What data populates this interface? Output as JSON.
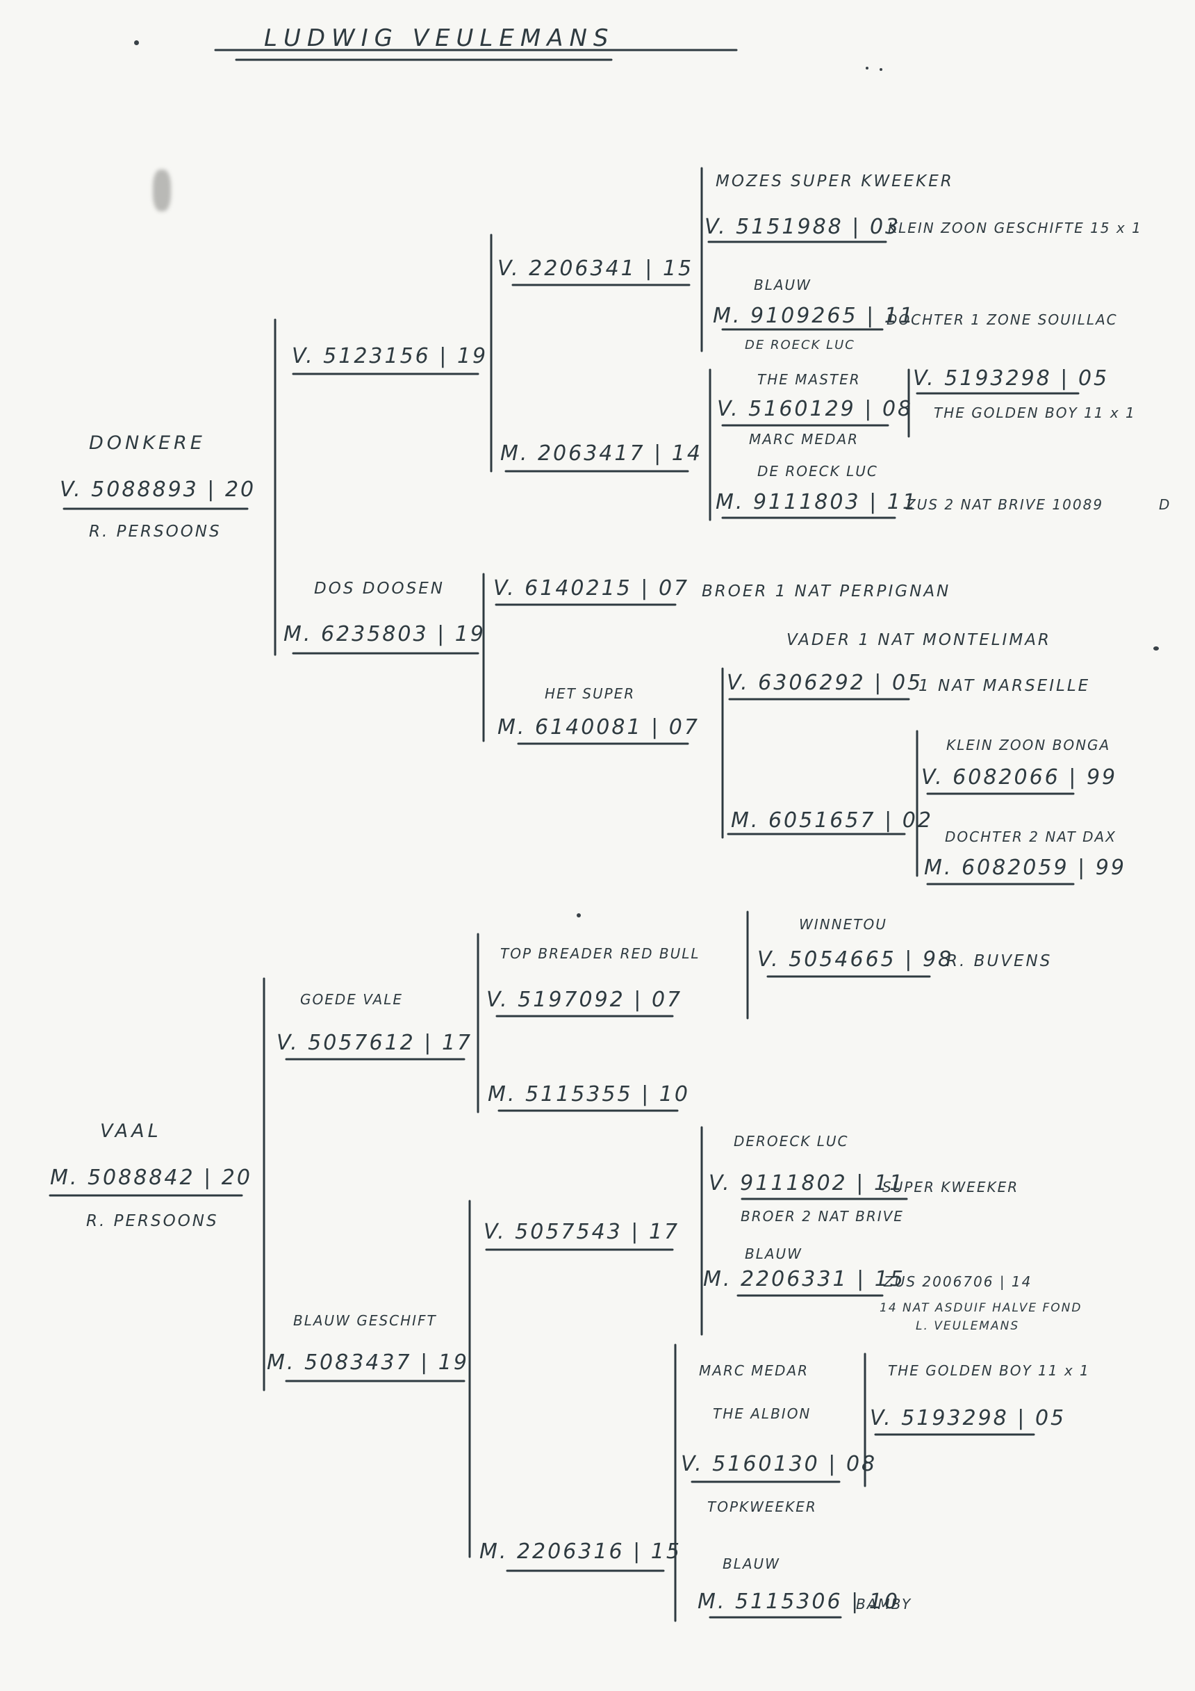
{
  "title": "LUDWIG VEULEMANS",
  "upper": {
    "subject": {
      "name": "DONKERE",
      "ring": "V. 5088893 | 20",
      "owner": "R. PERSOONS"
    },
    "father": {
      "ring": "V. 5123156 | 19"
    },
    "mother": {
      "name": "DOS DOOSEN",
      "ring": "M. 6235803 | 19"
    },
    "ff": {
      "ring": "V. 2206341 | 15"
    },
    "fm": {
      "ring": "M. 2063417 | 14"
    },
    "fff": {
      "name": "MOZES SUPER KWEEKER",
      "ring": "V. 5151988 | 03",
      "note": "KLEIN ZOON GESCHIFTE 15 x 1"
    },
    "ffm": {
      "color": "BLAUW",
      "ring": "M. 9109265 | 11",
      "note": "DOCHTER 1 ZONE SOUILLAC",
      "breeder": "DE ROECK LUC"
    },
    "fmf": {
      "name": "THE MASTER",
      "ring": "V. 5160129 | 08",
      "breeder": "MARC MEDAR"
    },
    "fmff": {
      "ring": "V. 5193298 | 05",
      "name": "THE GOLDEN BOY 11 x 1"
    },
    "fmm": {
      "breeder": "DE ROECK LUC",
      "ring": "M. 9111803 | 11",
      "note": "ZUS 2 NAT BRIVE 10089",
      "mark": "D"
    },
    "mf": {
      "ring": "V. 6140215 | 07",
      "note": "BROER 1 NAT PERPIGNAN"
    },
    "mm": {
      "name": "HET SUPER",
      "ring": "M. 6140081 | 07"
    },
    "mmf": {
      "note1": "VADER 1 NAT MONTELIMAR",
      "ring": "V. 6306292 | 05",
      "note2": "1 NAT MARSEILLE"
    },
    "mmm": {
      "ring": "M. 6051657 | 02"
    },
    "mmmf": {
      "name": "KLEIN ZOON BONGA",
      "ring": "V. 6082066 | 99"
    },
    "mmmm": {
      "name": "DOCHTER 2 NAT DAX",
      "ring": "M. 6082059 | 99"
    }
  },
  "lower": {
    "subject": {
      "name": "VAAL",
      "ring": "M. 5088842 | 20",
      "owner": "R. PERSOONS"
    },
    "father": {
      "name": "GOEDE VALE",
      "ring": "V. 5057612 | 17"
    },
    "mother": {
      "name": "BLAUW GESCHIFT",
      "ring": "M. 5083437 | 19"
    },
    "ff": {
      "name": "TOP BREADER RED BULL",
      "ring": "V. 5197092 | 07"
    },
    "fff": {
      "name": "WINNETOU",
      "ring": "V. 5054665 | 98",
      "owner": "R. BUVENS"
    },
    "fm": {
      "ring": "M. 5115355 | 10"
    },
    "mf": {
      "ring": "V. 5057543 | 17"
    },
    "mff": {
      "breeder": "DEROECK LUC",
      "ring": "V. 9111802 | 11",
      "note1": "SUPER KWEEKER",
      "note2": "BROER 2 NAT BRIVE"
    },
    "mfm": {
      "color": "BLAUW",
      "ring": "M. 2206331 | 15",
      "note1": "ZUS 2006706 | 14",
      "note2": "14 NAT ASDUIF HALVE FOND",
      "note3": "L. VEULEMANS"
    },
    "mm": {
      "ring": "M. 2206316 | 15"
    },
    "mmf": {
      "breeder": "MARC MEDAR",
      "name": "THE ALBION",
      "ring": "V. 5160130 | 08"
    },
    "mmff": {
      "name": "THE GOLDEN BOY 11 x 1",
      "ring": "V. 5193298 | 05"
    },
    "mmm": {
      "name1": "TOPKWEEKER",
      "color": "BLAUW",
      "ring": "M. 5115306 | 10",
      "name2": "BAMBY"
    }
  }
}
